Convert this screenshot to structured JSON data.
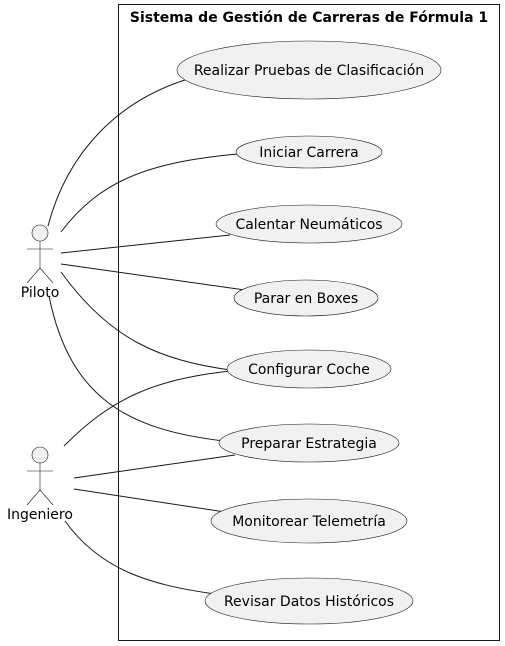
{
  "system": {
    "title": "Sistema de Gestión de Carreras de Fórmula 1"
  },
  "actors": [
    {
      "id": "piloto",
      "label": "Piloto"
    },
    {
      "id": "ingeniero",
      "label": "Ingeniero"
    }
  ],
  "use_cases": [
    {
      "id": "clasificacion",
      "label": "Realizar Pruebas de Clasificación"
    },
    {
      "id": "iniciar",
      "label": "Iniciar Carrera"
    },
    {
      "id": "neumaticos",
      "label": "Calentar Neumáticos"
    },
    {
      "id": "boxes",
      "label": "Parar en Boxes"
    },
    {
      "id": "coche",
      "label": "Configurar Coche"
    },
    {
      "id": "estrategia",
      "label": "Preparar Estrategia"
    },
    {
      "id": "telemetria",
      "label": "Monitorear Telemetría"
    },
    {
      "id": "historicos",
      "label": "Revisar Datos Históricos"
    }
  ],
  "associations": [
    {
      "from": "piloto",
      "to": "clasificacion"
    },
    {
      "from": "piloto",
      "to": "iniciar"
    },
    {
      "from": "piloto",
      "to": "neumaticos"
    },
    {
      "from": "piloto",
      "to": "boxes"
    },
    {
      "from": "piloto",
      "to": "coche"
    },
    {
      "from": "piloto",
      "to": "estrategia"
    },
    {
      "from": "ingeniero",
      "to": "coche"
    },
    {
      "from": "ingeniero",
      "to": "estrategia"
    },
    {
      "from": "ingeniero",
      "to": "telemetria"
    },
    {
      "from": "ingeniero",
      "to": "historicos"
    }
  ]
}
